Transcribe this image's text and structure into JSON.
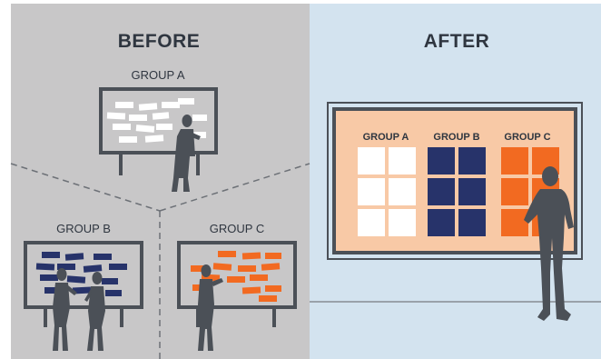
{
  "before": {
    "title": "BEFORE",
    "groups": [
      {
        "label": "GROUP A"
      },
      {
        "label": "GROUP B"
      },
      {
        "label": "GROUP C"
      }
    ]
  },
  "after": {
    "title": "AFTER",
    "groups": [
      {
        "label": "GROUP A"
      },
      {
        "label": "GROUP B"
      },
      {
        "label": "GROUP C"
      }
    ]
  },
  "colors": {
    "before_bg": "#c8c7c8",
    "after_bg": "#d3e3ef",
    "group_a": "#ffffff",
    "group_b": "#27336a",
    "group_c": "#f26a21",
    "board_fill": "#c8c7c8",
    "after_board": "#f8c9a6",
    "frame": "#4b5057",
    "person": "#4b5057"
  }
}
